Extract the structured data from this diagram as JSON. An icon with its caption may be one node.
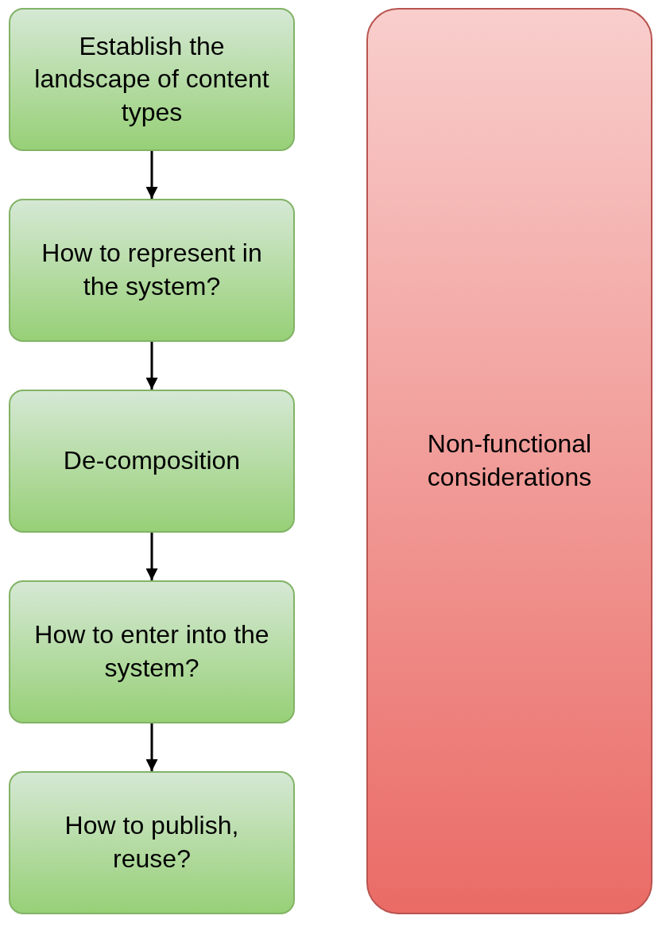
{
  "diagram": {
    "nodes": [
      {
        "text": [
          "Establish the landscape of content types"
        ]
      },
      {
        "text": [
          "How to represent in the system?"
        ]
      },
      {
        "text": [
          "De-composition"
        ]
      },
      {
        "text": [
          "How to enter into the system?"
        ]
      },
      {
        "text": [
          "How to publish, reuse?"
        ]
      },
      {
        "text": [
          "Non-functional considerations"
        ]
      }
    ],
    "edges": [
      {
        "from": 0,
        "to": 1,
        "arrow": "to"
      },
      {
        "from": 1,
        "to": 2,
        "arrow": "to"
      },
      {
        "from": 2,
        "to": 3,
        "arrow": "to"
      },
      {
        "from": 3,
        "to": 4,
        "arrow": "to"
      }
    ]
  }
}
